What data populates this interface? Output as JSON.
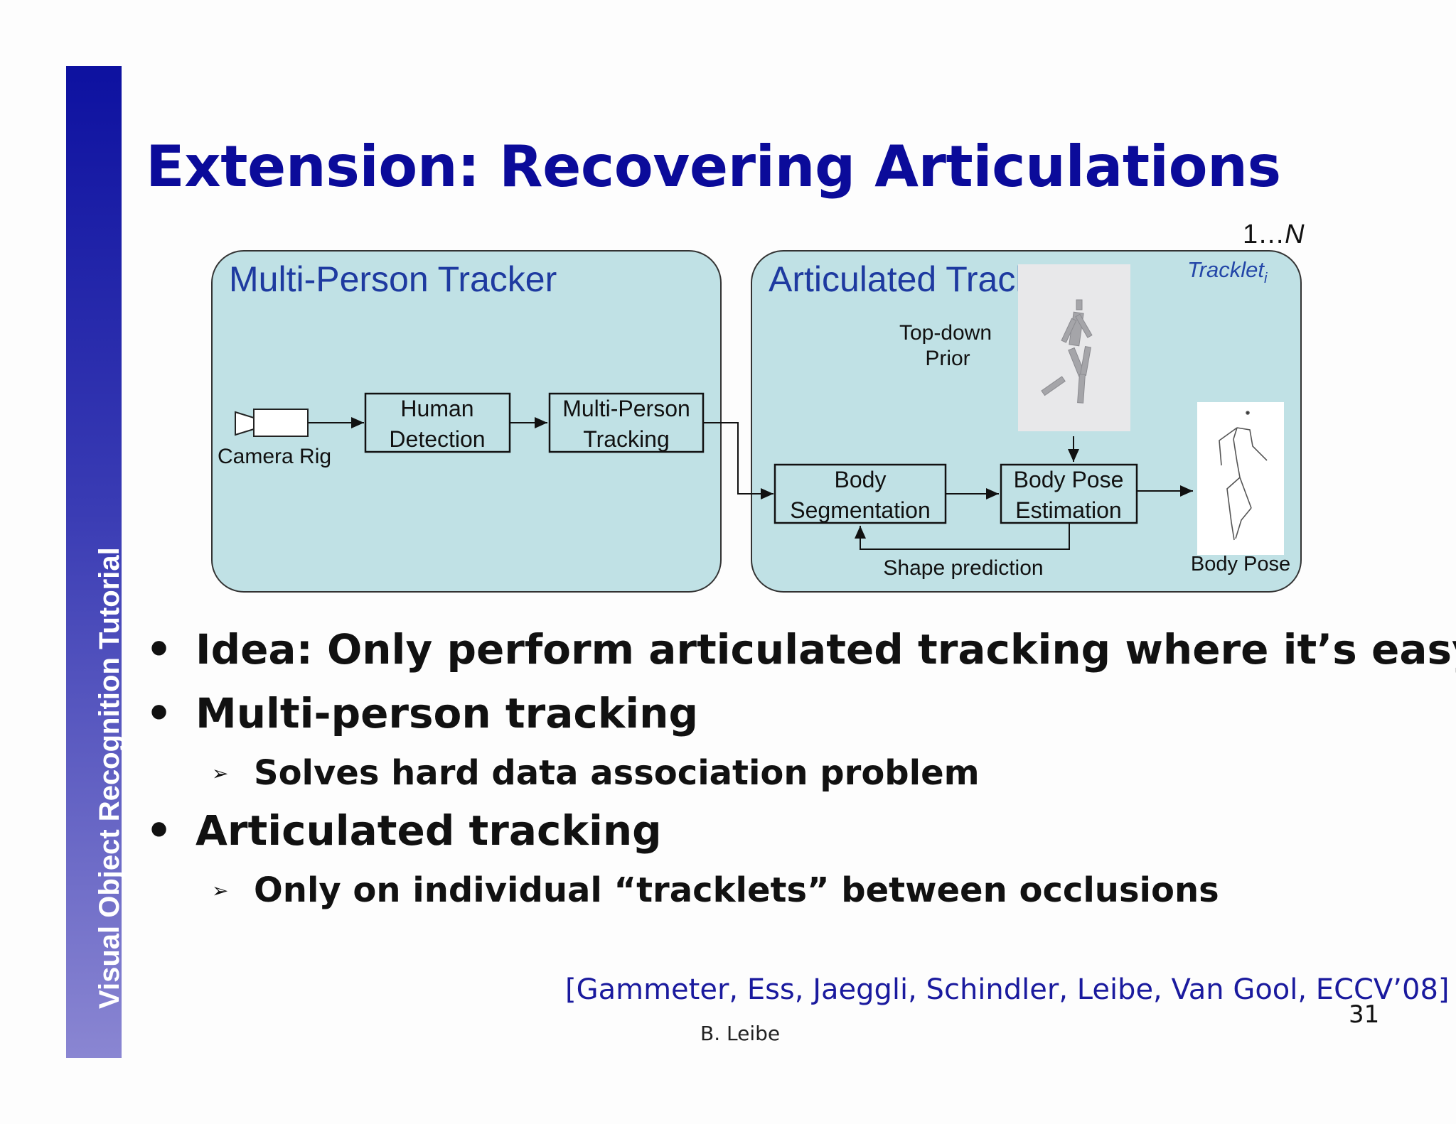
{
  "sidebar": {
    "label": "Visual Object Recognition Tutorial"
  },
  "title": "Extension: Recovering Articulations",
  "diagram": {
    "left_panel": {
      "title": "Multi-Person Tracker",
      "camera_label": "Camera Rig",
      "box1": [
        "Human",
        "Detection"
      ],
      "box2": [
        "Multi-Person",
        "Tracking"
      ]
    },
    "right_panel": {
      "title": "Articulated Tracker",
      "multiplicity": "1…",
      "multiplicity_n": "N",
      "tracklet": "Tracklet",
      "tracklet_sub": "i",
      "prior_label": [
        "Top-down",
        "Prior"
      ],
      "box3": [
        "Body",
        "Segmentation"
      ],
      "box4": [
        "Body Pose",
        "Estimation"
      ],
      "feedback_label": "Shape prediction",
      "output_label": "Body Pose"
    }
  },
  "bullets": [
    {
      "bullet": "•",
      "text": "Idea: Only perform articulated tracking where it’s easy!"
    },
    {
      "bullet": "•",
      "text": "Multi-person tracking"
    },
    {
      "sub": "➢",
      "text": "Solves hard data association problem"
    },
    {
      "bullet": "•",
      "text": "Articulated tracking"
    },
    {
      "sub": "➢",
      "text": "Only on individual “tracklets” between occlusions"
    }
  ],
  "citation": "[Gammeter, Ess, Jaeggli, Schindler, Leibe, Van Gool, ECCV’08]",
  "author": "B. Leibe",
  "page_number": "31",
  "colors": {
    "title": "#0b0b9a",
    "panel_fill": "#c0e1e5",
    "panel_title": "#1e3aa0",
    "sidebar_top": "#0d11a0",
    "sidebar_bottom": "#8a86d2"
  }
}
